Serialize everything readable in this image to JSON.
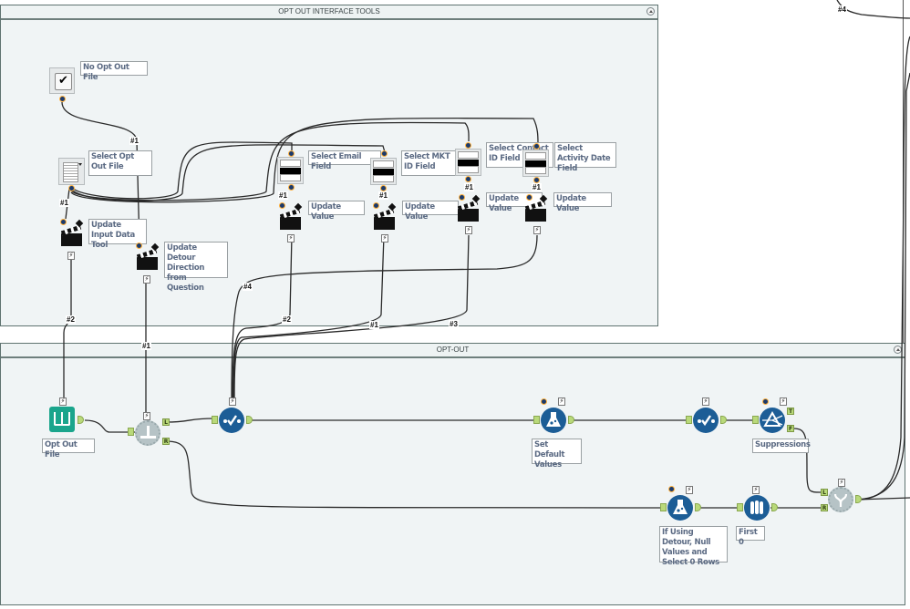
{
  "containers": {
    "interface": {
      "title": "OPT OUT INTERFACE TOOLS"
    },
    "optout": {
      "title": "OPT-OUT"
    }
  },
  "interface_tools": {
    "checkbox": {
      "label": "No Opt Out File",
      "icon": "checkbox-icon"
    },
    "file_browse": {
      "label": "Select Opt Out File",
      "icon": "file-browse-icon"
    },
    "action_update_input": {
      "label": "Update Input Data Tool",
      "icon": "clapperboard-icon"
    },
    "action_update_detour": {
      "label": "Update Detour Direction from Question",
      "icon": "clapperboard-icon"
    },
    "dropdown_email": {
      "label": "Select Email Field",
      "icon": "dropdown-icon"
    },
    "dropdown_mkt": {
      "label": "Select MKT ID Field",
      "icon": "dropdown-icon"
    },
    "dropdown_contact": {
      "label": "Select Contact ID Field",
      "icon": "dropdown-icon"
    },
    "dropdown_activity": {
      "label": "Select Activity Date Field",
      "icon": "dropdown-icon"
    },
    "action_email": {
      "label": "Update Value",
      "icon": "clapperboard-icon"
    },
    "action_mkt": {
      "label": "Update Value",
      "icon": "clapperboard-icon"
    },
    "action_contact": {
      "label": "Update Value",
      "icon": "clapperboard-icon"
    },
    "action_activity": {
      "label": "Update Value",
      "icon": "clapperboard-icon"
    }
  },
  "workflow_tools": {
    "input": {
      "label": "Opt Out File",
      "icon": "book-icon",
      "color": "#1aa58c"
    },
    "detour": {
      "label": "",
      "icon": "detour-icon",
      "anchors": [
        "L",
        "R"
      ]
    },
    "select1": {
      "label": "",
      "icon": "select-check-icon",
      "color": "#1c5d96"
    },
    "formula1": {
      "label": "Set Default Values",
      "icon": "flask-icon",
      "color": "#1c5d96"
    },
    "select2": {
      "label": "",
      "icon": "select-check-icon",
      "color": "#1c5d96"
    },
    "filter": {
      "label": "Suppressions",
      "icon": "filter-prism-icon",
      "color": "#1c5d96",
      "anchors": [
        "T",
        "F"
      ]
    },
    "formula2": {
      "label": "If Using Detour, Null Values and Select 0 Rows",
      "icon": "flask-icon",
      "color": "#1c5d96"
    },
    "sample": {
      "label": "First 0",
      "icon": "sample-icon",
      "color": "#1c5d96"
    },
    "detour_end": {
      "label": "",
      "icon": "detour-end-icon",
      "anchors": [
        "L",
        "R"
      ]
    }
  },
  "connection_labels": {
    "c1": "#1",
    "c2": "#1",
    "c3": "#1",
    "c4": "#1",
    "c5": "#1",
    "c6": "#1",
    "c7": "#2",
    "c8": "#1",
    "c9": "#4",
    "c10": "#2",
    "c11": "#1",
    "c12": "#3",
    "c13": "#4"
  },
  "glyphs": {
    "bolt": "⚡",
    "check": "✔"
  }
}
